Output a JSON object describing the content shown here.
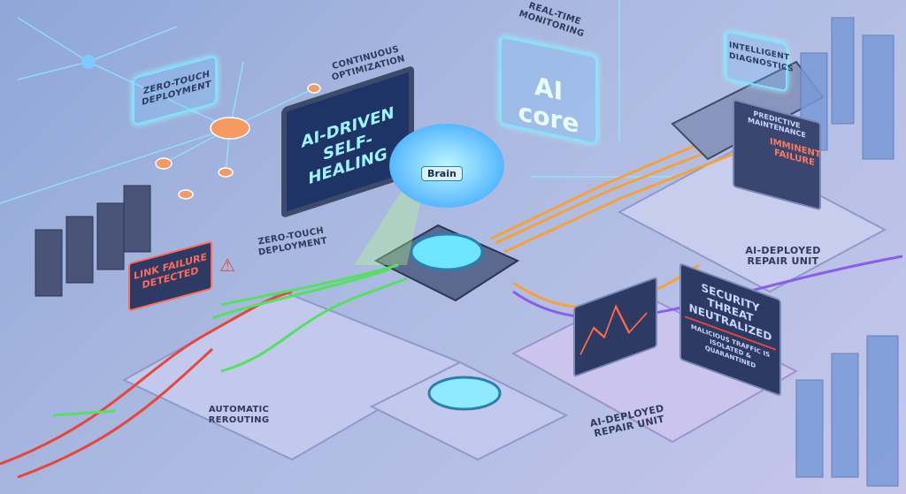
{
  "labels": {
    "zero_touch_top": "Zero-Touch Deployment",
    "continuous_opt": "Continuous Optimization",
    "self_healing": "AI-Driven Self-Healing",
    "real_time": "Real-Time Monitoring",
    "ai_core": "AI core",
    "intelligent_diag": "Intelligent Diagnostics",
    "predictive": "Predictive Maintenance",
    "imminent": "Imminent Failure",
    "brain": "Brain",
    "link_failure": "Link Failure Detected",
    "zero_touch_mid": "Zero-Touch Deployment",
    "repair_right": "AI-Deployed Repair Unit",
    "security_title": "Security Threat Neutralized",
    "security_sub": "Malicious traffic is isolated & quarantined",
    "repair_bottom": "AI-Deployed Repair Unit",
    "rerouting": "Automatic Rerouting"
  },
  "colors": {
    "glow": "#7ee4ff",
    "failure": "#e8463c",
    "reroute": "#55e060",
    "fiber": "#f5a23a",
    "purple": "#8a5cf0"
  }
}
